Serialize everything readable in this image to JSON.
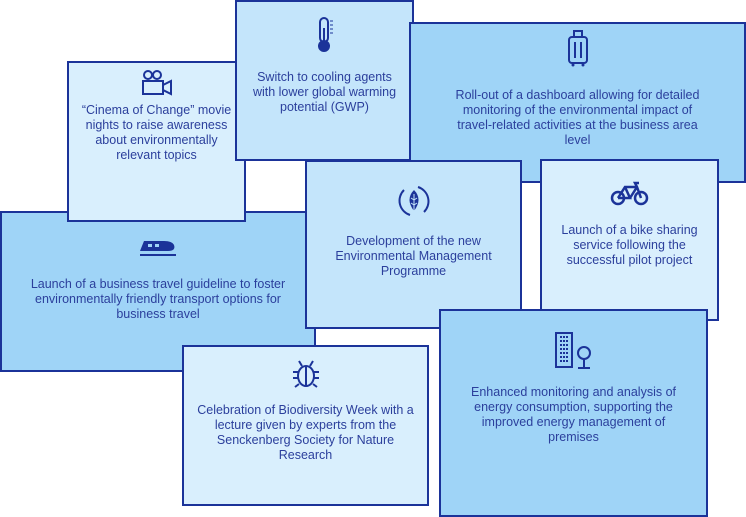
{
  "colors": {
    "lightest": "#d9effd",
    "medium": "#c4e5fb",
    "dark": "#9fd4f7",
    "border": "#1b3399",
    "text": "#2b3f9c"
  },
  "measures": [
    {
      "id": "cinema",
      "icon": "video-camera-icon",
      "text": "“Cinema of Change” movie nights to raise awareness about environmentally relevant topics"
    },
    {
      "id": "cooling",
      "icon": "thermometer-icon",
      "text": "Switch to cooling agents with lower global warming potential (GWP)"
    },
    {
      "id": "dashboard",
      "icon": "suitcase-icon",
      "text": "Roll-out of a dashboard allowing for detailed monitoring of the environmental impact of travel-related activities at the business area level"
    },
    {
      "id": "travel",
      "icon": "train-icon",
      "text": "Launch of a business travel guideline to foster environmentally friendly transport options for business travel"
    },
    {
      "id": "ems",
      "icon": "leaf-cycle-icon",
      "text": "Development of the new Environmental Management Programme"
    },
    {
      "id": "bike",
      "icon": "bicycle-icon",
      "text": "Launch of a bike sharing service following the successful pilot project"
    },
    {
      "id": "biodiversity",
      "icon": "beetle-icon",
      "text": "Celebration of Biodiversity Week with a lecture given by experts from the Senckenberg Society for Nature Research"
    },
    {
      "id": "energy",
      "icon": "building-tree-icon",
      "text": "Enhanced monitoring and analysis of energy consumption, supporting the improved energy management of premises"
    }
  ]
}
